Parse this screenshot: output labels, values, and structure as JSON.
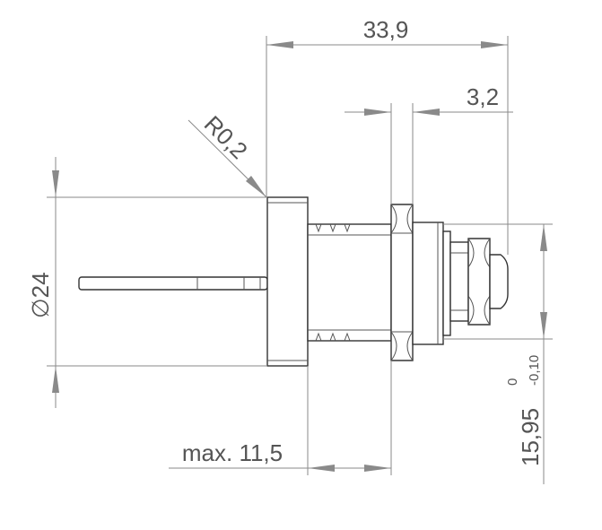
{
  "dimensions": {
    "overall_length": "33,9",
    "nut_thickness": "3,2",
    "corner_radius": "R0,2",
    "flange_diameter": "24",
    "diameter_symbol": "∅",
    "max_length_label": "max. 11,5",
    "hole_diameter": "15,95",
    "tolerance_upper": "0",
    "tolerance_lower": "-0,10"
  }
}
